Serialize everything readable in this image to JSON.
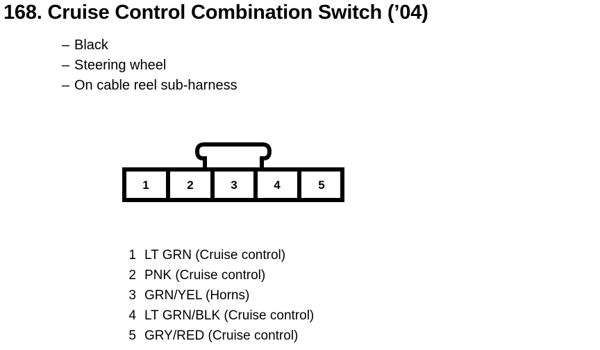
{
  "title": "168. Cruise Control Combination Switch (’04)",
  "description": {
    "dash": "–",
    "items": [
      "Black",
      "Steering wheel",
      "On cable reel sub-harness"
    ]
  },
  "connector": {
    "type": "5-pin connector with center locking tab",
    "pin_count": 5,
    "pin_labels": [
      "1",
      "2",
      "3",
      "4",
      "5"
    ],
    "tab_over_pin": "3",
    "line_color": "#000000",
    "fill_color": "#ffffff"
  },
  "legend": {
    "rows": [
      {
        "pin": "1",
        "desc": "LT GRN (Cruise control)"
      },
      {
        "pin": "2",
        "desc": "PNK (Cruise control)"
      },
      {
        "pin": "3",
        "desc": "GRN/YEL (Horns)"
      },
      {
        "pin": "4",
        "desc": "LT GRN/BLK (Cruise control)"
      },
      {
        "pin": "5",
        "desc": "GRY/RED (Cruise control)"
      }
    ]
  }
}
